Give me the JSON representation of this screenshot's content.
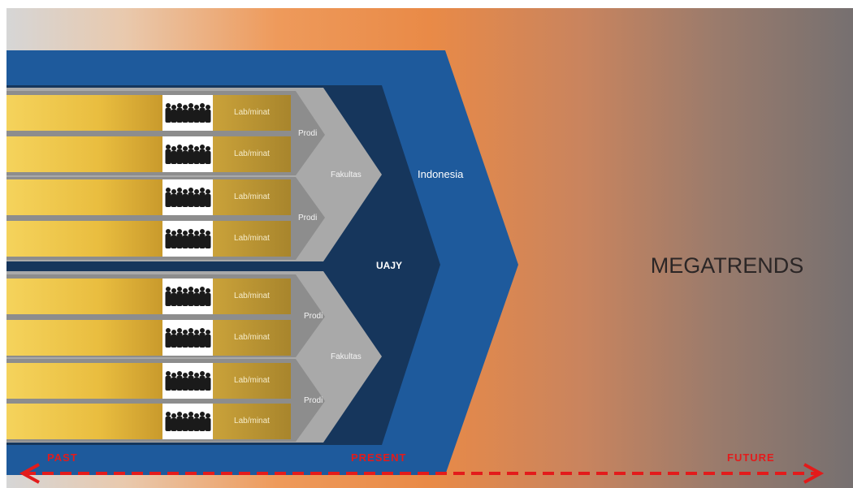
{
  "diagram": {
    "layers": {
      "indonesia": "Indonesia",
      "uajy": "UAJY",
      "fakultas": [
        "Fakultas",
        "Fakultas"
      ],
      "prodi": [
        "Prodi",
        "Prodi",
        "Prodi",
        "Prodi"
      ],
      "lab": [
        "Lab/minat",
        "Lab/minat",
        "Lab/minat",
        "Lab/minat",
        "Lab/minat",
        "Lab/minat",
        "Lab/minat",
        "Lab/minat"
      ]
    },
    "megatrends": "MEGATRENDS",
    "timeline": {
      "past": "PAST",
      "present": "PRESENT",
      "future": "FUTURE"
    },
    "icons": {
      "people_group": "people-group-icon"
    },
    "colors": {
      "indonesia": "#1e5a9c",
      "uajy": "#16365c",
      "fakultas": "#a9a9a9",
      "prodi": "#8d8d8d",
      "lab": "#bd962e",
      "row_gold": "#f1c84c",
      "arrow": "#e31b1b",
      "megatrends_text": "#2b2626"
    }
  }
}
